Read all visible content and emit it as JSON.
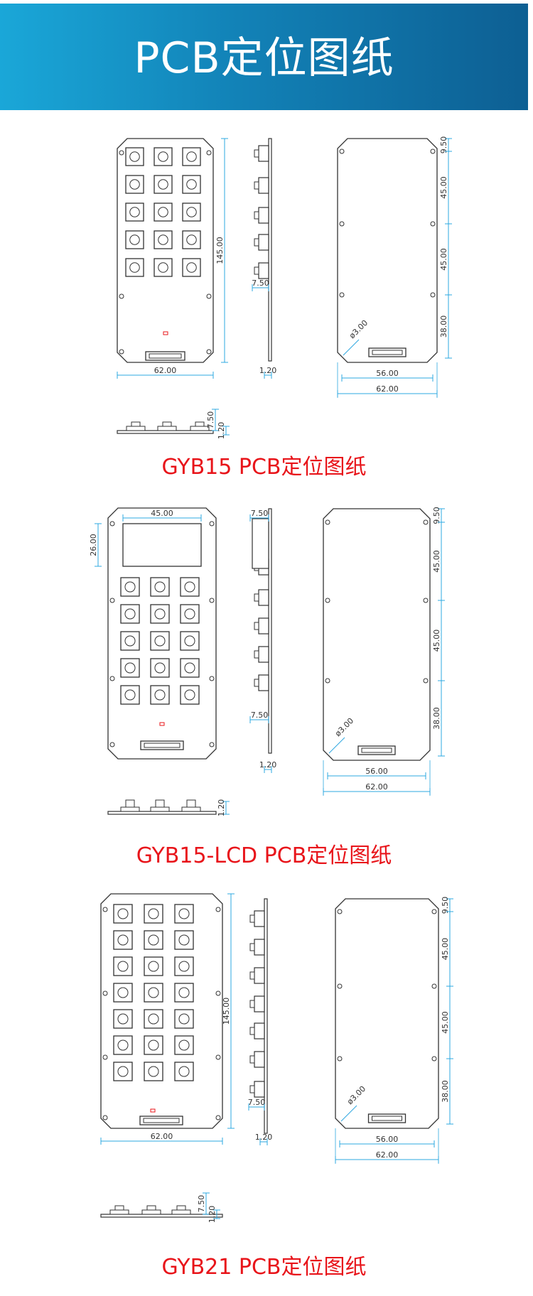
{
  "banner": {
    "title": "PCB定位图纸"
  },
  "sections": [
    {
      "caption": "GYB15 PCB定位图纸",
      "dims": {
        "height": "145.00",
        "width": "62.00",
        "key_height": "7.50",
        "thickness": "1.20",
        "top_margin": "9.50",
        "hole_gap_1": "45.00",
        "hole_gap_2": "45.00",
        "hole_gap_3": "38.00",
        "hole_diameter": "ø3.00",
        "connector_span": "56.00",
        "back_width": "62.00",
        "bottom_key_height": "7.50",
        "bottom_thickness": "1.20"
      }
    },
    {
      "caption": "GYB15-LCD PCB定位图纸",
      "dims": {
        "lcd_width": "45.00",
        "lcd_height": "26.00",
        "lcd_offset": "7.50",
        "key_height": "7.50",
        "thickness": "1.20",
        "top_margin": "9.50",
        "hole_gap_1": "45.00",
        "hole_gap_2": "45.00",
        "hole_gap_3": "38.00",
        "hole_diameter": "ø3.00",
        "connector_span": "56.00",
        "back_width": "62.00",
        "bottom_thickness": "1.20"
      }
    },
    {
      "caption": "GYB21 PCB定位图纸",
      "dims": {
        "height": "145.00",
        "width": "62.00",
        "key_height": "7.50",
        "thickness": "1.20",
        "top_margin": "9.50",
        "hole_gap_1": "45.00",
        "hole_gap_2": "45.00",
        "hole_gap_3": "38.00",
        "hole_diameter": "ø3.00",
        "connector_span": "56.00",
        "back_width": "62.00",
        "bottom_key_height": "7.50",
        "bottom_thickness": "1.20"
      }
    }
  ],
  "colors": {
    "banner_start": "#1aa7d8",
    "banner_end": "#0d5f93",
    "caption": "#e8141a",
    "dimension": "#2ea8e0"
  }
}
